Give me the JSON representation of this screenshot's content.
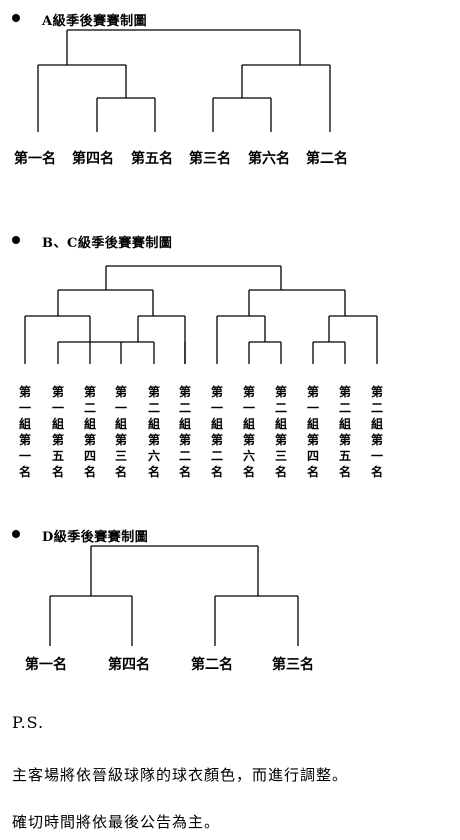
{
  "sections": {
    "a": {
      "title": "A級季後賽賽制圖",
      "teams": [
        "第一名",
        "第四名",
        "第五名",
        "第三名",
        "第六名",
        "第二名"
      ]
    },
    "bc": {
      "title": "B、C級季後賽賽制圖",
      "teams": [
        "第一組第一名",
        "第一組第五名",
        "第二組第四名",
        "第一組第三名",
        "第二組第六名",
        "第二組第二名",
        "第一組第二名",
        "第一組第六名",
        "第二組第三名",
        "第一組第四名",
        "第二組第五名",
        "第二組第一名"
      ]
    },
    "d": {
      "title": "D級季後賽賽制圖",
      "teams": [
        "第一名",
        "第四名",
        "第二名",
        "第三名"
      ]
    }
  },
  "notes": {
    "ps": "P.S.",
    "line1": "主客場將依晉級球隊的球衣顏色，而進行調整。",
    "line2": "確切時間將依最後公告為主。"
  }
}
